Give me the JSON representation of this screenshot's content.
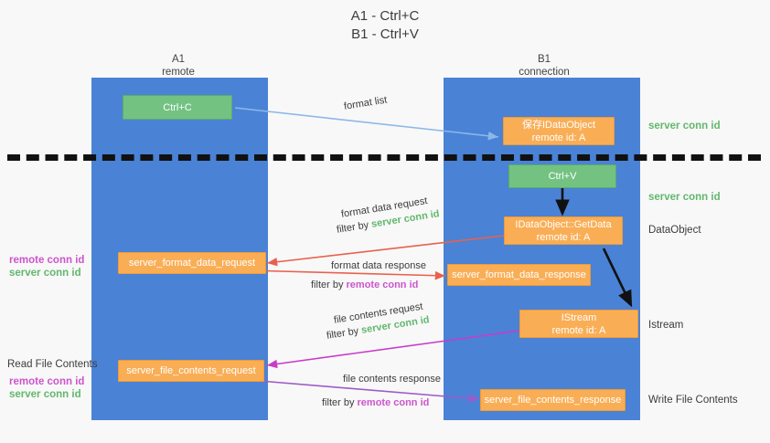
{
  "title": {
    "line1": "A1 - Ctrl+C",
    "line2": "B1 - Ctrl+V"
  },
  "columns": {
    "left": {
      "name": "A1",
      "role": "remote"
    },
    "right": {
      "name": "B1",
      "role": "connection"
    }
  },
  "nodes": {
    "ctrl_c": {
      "label": "Ctrl+C",
      "color": "#73c282"
    },
    "save_idataobject": {
      "line1": "保存IDataObject",
      "line2": "remote id: A",
      "color": "#f9ae56"
    },
    "ctrl_v": {
      "label": "Ctrl+V",
      "color": "#73c282"
    },
    "getdata": {
      "line1": "IDataObject::GetData",
      "line2": "remote id: A",
      "color": "#f9ae56"
    },
    "format_data_request": {
      "label": "server_format_data_request",
      "color": "#f9ae56"
    },
    "format_data_response": {
      "label": "server_format_data_response",
      "color": "#f9ae56"
    },
    "istream": {
      "line1": "IStream",
      "line2": "remote id: A",
      "color": "#f9ae56"
    },
    "file_contents_request": {
      "label": "server_file_contents_request",
      "color": "#f9ae56"
    },
    "file_contents_response": {
      "label": "server_file_contents_response",
      "color": "#f9ae56"
    }
  },
  "annotations": {
    "format_list": "format list",
    "format_data_request": "format data request",
    "format_data_request_filter_prefix": "filter by ",
    "format_data_request_filter_key": "server conn id",
    "format_data_response": "format data response",
    "format_data_response_filter_prefix": "filter by ",
    "format_data_response_filter_key": "remote conn id",
    "file_contents_request": "file contents request",
    "file_contents_request_filter_prefix": "filter by ",
    "file_contents_request_filter_key": "server conn id",
    "file_contents_response": "file contents response",
    "file_contents_response_filter_prefix": "filter by ",
    "file_contents_response_filter_key": "remote conn id"
  },
  "right_labels": {
    "server_conn_id_top": "server conn id",
    "server_conn_id_second": "server conn id",
    "dataobject": "DataObject",
    "istream": "Istream",
    "write_file_contents": "Write File Contents"
  },
  "left_labels": {
    "remote_conn_id_upper": "remote conn id",
    "server_conn_id_upper": "server conn id",
    "read_file_contents": "Read File Contents",
    "remote_conn_id_lower": "remote conn id",
    "server_conn_id_lower": "server conn id"
  },
  "colors": {
    "lane": "#4a82d6",
    "orange": "#f9ae56",
    "green_node": "#73c282",
    "green_text": "#63b76d",
    "purple_text": "#cc55cc",
    "arrow_blue": "#8cb8e8",
    "arrow_red": "#e8614d",
    "arrow_magenta": "#c83cc8",
    "arrow_purple": "#9b5bc8",
    "arrow_black": "#111111",
    "background": "#f8f8f8"
  }
}
